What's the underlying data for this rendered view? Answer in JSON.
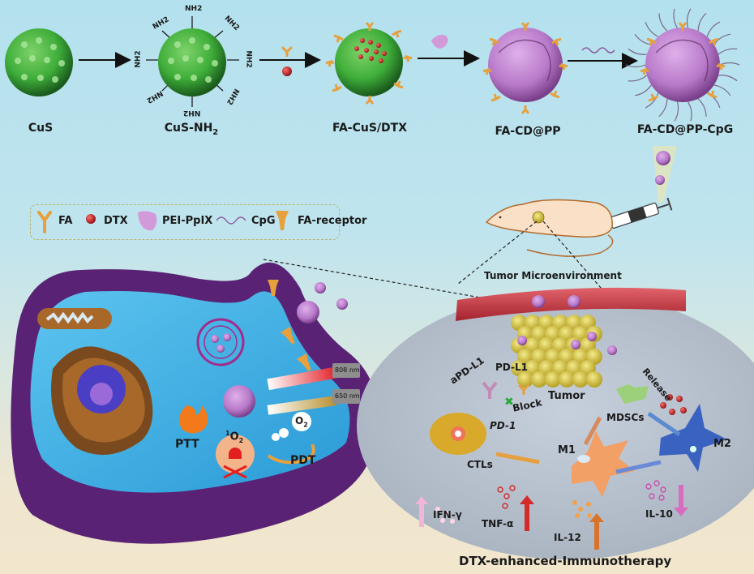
{
  "synthesis": {
    "stages": [
      {
        "name": "CuS"
      },
      {
        "name": "CuS-NH",
        "sub": "2"
      },
      {
        "name": "FA-CuS/DTX"
      },
      {
        "name": "FA-CD@PP"
      },
      {
        "name": "FA-CD@PP-CpG"
      }
    ],
    "amine_label": "NH2"
  },
  "legend": {
    "items": [
      {
        "icon": "fa-ligand-icon",
        "label": "FA"
      },
      {
        "icon": "dtx-sphere-icon",
        "label": "DTX"
      },
      {
        "icon": "pei-ppix-icon",
        "label": "PEI-PpIX"
      },
      {
        "icon": "cpg-wave-icon",
        "label": "CpG"
      },
      {
        "icon": "fa-receptor-icon",
        "label": "FA-receptor"
      }
    ]
  },
  "cell": {
    "lasers": [
      {
        "label": "808 nm",
        "color": "#e3242b"
      },
      {
        "label": "650 nm",
        "color": "#b8902e"
      }
    ],
    "ptt_label": "PTT",
    "pdt_label": "PDT",
    "o2_label": "O",
    "o2_sub": "2",
    "singlet_oxygen_sup": "1",
    "singlet_oxygen_label": "O",
    "singlet_oxygen_sub": "2"
  },
  "tme": {
    "title": "Tumor Microenvironment",
    "apdl1": "aPD-L1",
    "pdl1": "PD-L1",
    "block": "Block",
    "tumor": "Tumor",
    "release": "Release",
    "pd1": "PD-1",
    "mdscs": "MDSCs",
    "m1": "M1",
    "m2": "M2",
    "ctls": "CTLs",
    "cytokines": [
      {
        "label": "IFN-γ",
        "direction": "up",
        "color": "#f0b6d8"
      },
      {
        "label": "TNF-α",
        "direction": "up",
        "color": "#d42a2a"
      },
      {
        "label": "IL-12",
        "direction": "up",
        "color": "#d9732c"
      },
      {
        "label": "IL-10",
        "direction": "down",
        "color": "#d86cc0"
      }
    ]
  },
  "footer": {
    "title": "DTX-enhanced-Immunotherapy"
  },
  "colors": {
    "cus_green": "#3fae3a",
    "ppix_purple": "#c27fd0",
    "membrane_purple": "#5a2274",
    "fa_orange": "#e7a03c",
    "dtx_red": "#c62828",
    "tumor_yellow": "#d9cc4a"
  }
}
